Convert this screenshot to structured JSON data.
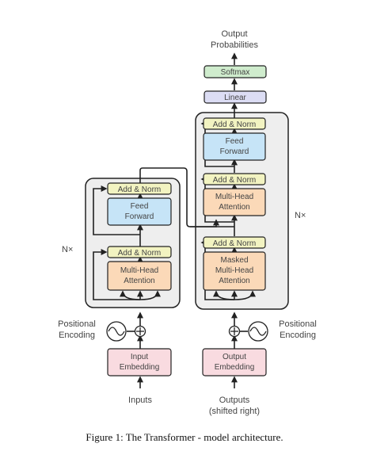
{
  "labels": {
    "output_probabilities_line1": "Output",
    "output_probabilities_line2": "Probabilities",
    "softmax": "Softmax",
    "linear": "Linear",
    "add_norm": "Add & Norm",
    "feed_forward_line1": "Feed",
    "feed_forward_line2": "Forward",
    "multi_head_line1": "Multi-Head",
    "multi_head_line2": "Attention",
    "masked_line1": "Masked",
    "masked_line2": "Multi-Head",
    "masked_line3": "Attention",
    "nx": "N×",
    "positional_line1": "Positional",
    "positional_line2": "Encoding",
    "input_embedding_line1": "Input",
    "input_embedding_line2": "Embedding",
    "output_embedding_line1": "Output",
    "output_embedding_line2": "Embedding",
    "inputs": "Inputs",
    "outputs_line1": "Outputs",
    "outputs_line2": "(shifted right)",
    "plus": "+"
  },
  "caption": "Figure 1: The Transformer - model architecture.",
  "colors": {
    "add_norm": "#f2f3c1",
    "feed_forward": "#c6e4f7",
    "attention": "#fbd9b8",
    "embedding": "#f9dbe0",
    "linear": "#dcddf4",
    "softmax": "#cfeccd",
    "stack_bg": "#eeeeee",
    "line": "#222222"
  }
}
